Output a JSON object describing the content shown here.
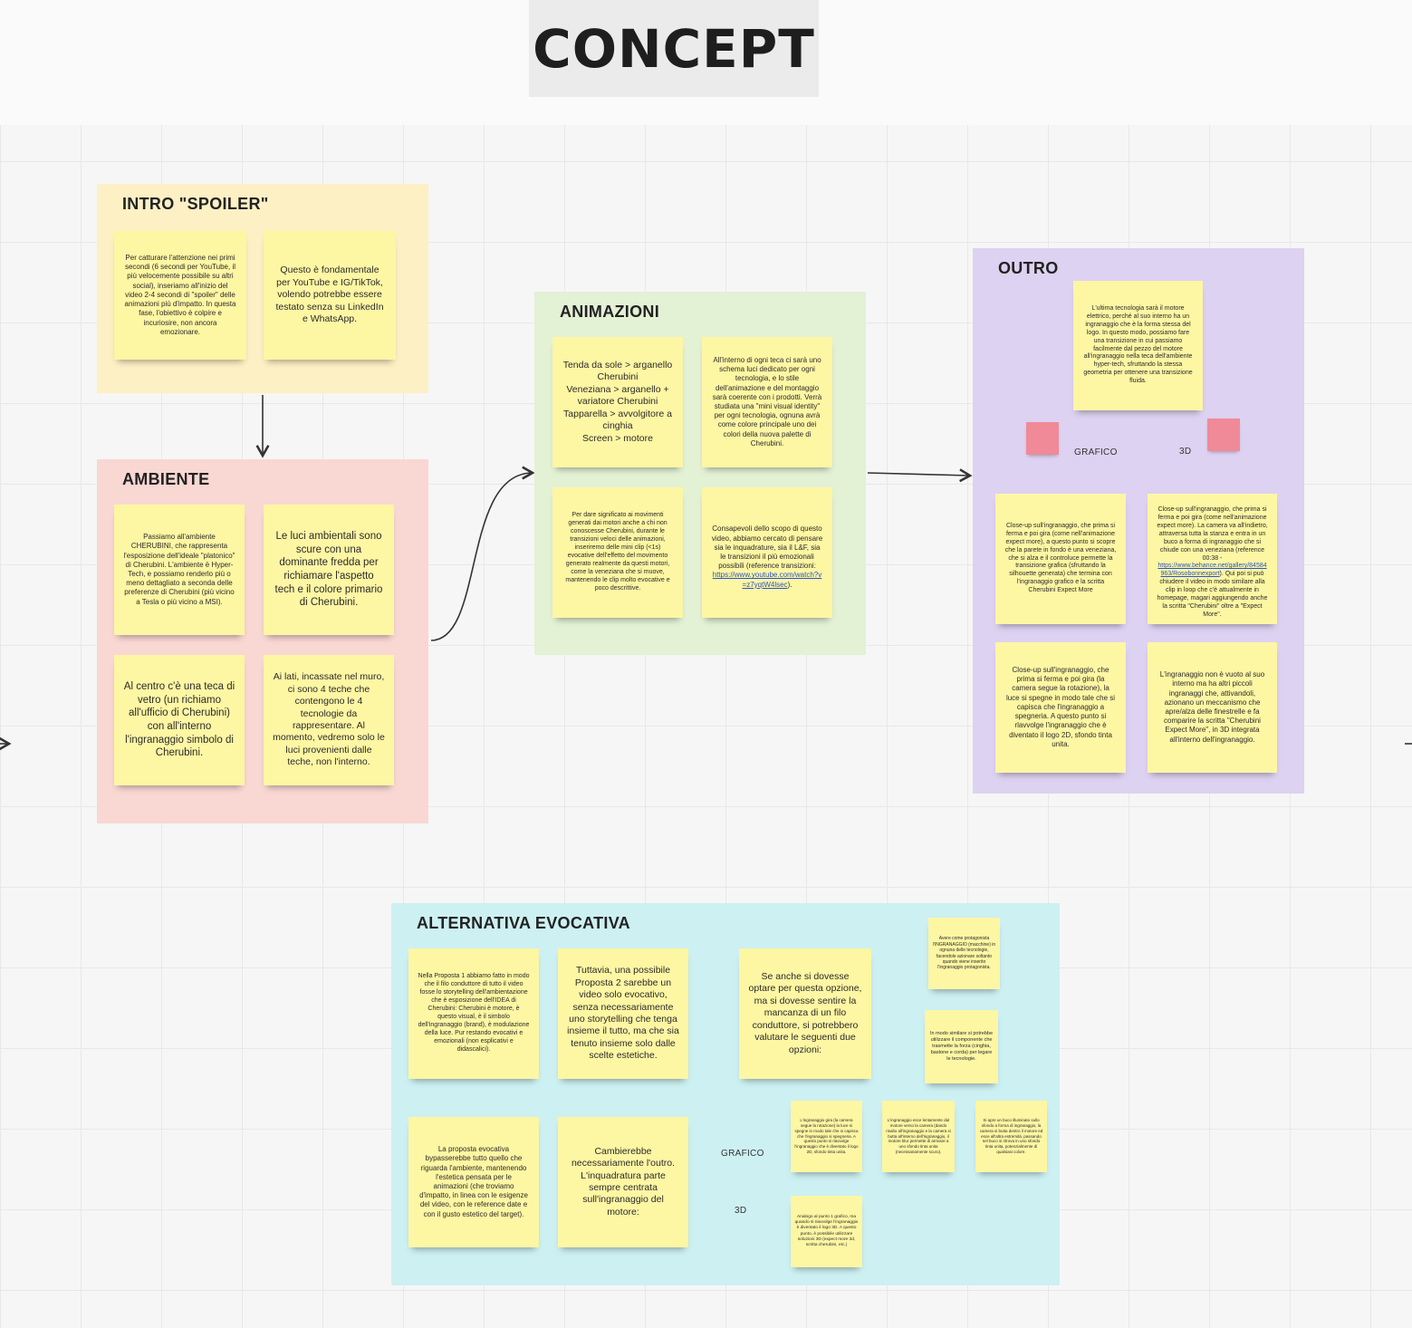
{
  "board": {
    "title": "CONCEPT"
  },
  "colors": {
    "intro_frame": "#fcf0c4",
    "ambiente_frame": "#f9d7d3",
    "animazioni_frame": "#e3f1d5",
    "outro_frame": "#ddd2f1",
    "alternativa_frame": "#cdf0f2",
    "sticky_yellow": "#fdf6a3",
    "sticky_pink": "#f08a98"
  },
  "intro": {
    "title": "INTRO \"SPOILER\"",
    "notes": [
      "Per catturare l'attenzione nei primi secondi (6 secondi per YouTube, il più velocemente possibile su altri social), inseriamo all'inizio del video 2-4 secondi di \"spoiler\" delle animazioni più d'impatto. In questa fase, l'obiettivo è colpire e incuriosire, non ancora emozionare.",
      "Questo è fondamentale per YouTube e IG/TikTok, volendo potrebbe essere testato senza su LinkedIn e WhatsApp."
    ]
  },
  "ambiente": {
    "title": "AMBIENTE",
    "notes": [
      "Passiamo all'ambiente CHERUBINI, che rappresenta l'esposizione dell'ideale \"platonico\" di Cherubini. L'ambiente è Hyper-Tech, e possiamo renderlo più o meno dettagliato a seconda delle preferenze di Cherubini (più vicino a Tesla o più vicino a MSI).",
      "Le luci ambientali sono scure con una dominante fredda per richiamare l'aspetto tech e il colore primario di Cherubini.",
      "Al centro c'è una teca di vetro (un richiamo all'ufficio di Cherubini) con all'interno l'ingranaggio simbolo di Cherubini.",
      "Ai lati, incassate nel muro, ci sono 4 teche che contengono le 4 tecnologie da rappresentare. Al momento, vedremo solo le luci provenienti dalle teche, non l'interno."
    ]
  },
  "animazioni": {
    "title": "ANIMAZIONI",
    "notes": [
      "Tenda da sole > arganello Cherubini\nVeneziana > arganello + variatore Cherubini\nTapparella > avvolgitore a cinghia\nScreen > motore",
      "All'interno di ogni teca ci sarà uno schema luci dedicato per ogni tecnologia, e lo stile dell'animazione e del montaggio sarà coerente con i prodotti. Verrà studiata una \"mini visual identity\" per ogni tecnologia, ognuna avrà come colore principale uno dei colori della nuova palette di Cherubini.",
      "Per dare significato ai movimenti generati dai motori anche a chi non conoscesse Cherubini, durante le transizioni veloci delle animazioni, inseriremo delle mini clip (<1s) evocative dell'effetto del movimento generato realmente da questi motori, come la veneziana che si muove, mantenendo le clip molto evocative e poco descrittive.",
      "Consapevoli dello scopo di questo video, abbiamo cercato di pensare sia le inquadrature, sia il L&F, sia le transizioni il più emozionali possibili (reference transizioni:"
    ],
    "link": "https://www.youtube.com/watch?v=z7yqtW4lsec",
    "link_tail": ")."
  },
  "outro": {
    "title": "OUTRO",
    "intro_note": "L'ultima tecnologia sarà il motore elettrico, perché al suo interno ha un ingranaggio che è la forma stessa del logo. In questo modo, possiamo fare una transizione in cui passiamo facilmente dal pezzo del motore all'ingranaggio nella teca dell'ambiente hyper-tech, sfruttando la stessa geometria per ottenere una transizione fluida.",
    "branch_left": "GRAFICO",
    "branch_right": "3D",
    "notes": [
      "Close-up sull'ingranaggio, che prima si ferma e poi gira (come nell'animazione expect more), a questo punto si scopre che la parete in fondo è una veneziana, che si alza e il controluce permette la transizione grafica (sfruttando la silhouette generata) che termina con l'ingranaggio grafico e la scritta Cherubini Expect More",
      "Close-up sull'ingranaggio, che prima si ferma e poi gira (come nell'animazione expect more). La camera va all'indietro, attraversa tutta la stanza e entra in un buco a forma di ingranaggio che si chiude con una veneziana (reference 00:38 -",
      "Close-up sull'ingranaggio, che prima si ferma e poi gira (la camera segue la rotazione), la luce si spegne in modo tale che si capisca che l'ingranaggio a spegneria. A questo punto si rlavvolge l'ingranaggio che è diventato il logo 2D, sfondo tinta unita.",
      "L'ingranaggio non è vuoto al suo interno ma ha altri piccoli ingranaggi che, attivandoli, azionano un meccanismo che apre/alza delle finestrelle e fa comparire la scritta \"Cherubini Expect More\", in 3D integrata all'interno dell'ingranaggio."
    ],
    "note2_link": "https://www.behance.net/gallery/84584963/Rosobonnexport",
    "note2_tail": "). Qui poi si può chiudere il video in modo similare alla clip in loop che c'è attualmente in homepage, magari aggiungendo anche la scritta \"Cherubini\" oltre a \"Expect More\"."
  },
  "alternativa": {
    "title": "ALTERNATIVA EVOCATIVA",
    "notes": [
      "Nella Proposta 1 abbiamo fatto in modo che il filo conduttore di tutto il video fosse lo storytelling dell'ambientazione che è esposizione dell'IDEA di Cherubini: Cherubini è motore, è questo visual, è il simbolo dell'ingranaggio (brand), è modulazione della luce. Pur restando evocativi e emozionali (non esplicativi e didascalici).",
      "Tuttavia, una possibile Proposta 2 sarebbe un video solo evocativo, senza necessariamente uno storytelling che tenga insieme il tutto, ma che sia tenuto insieme solo dalle scelte estetiche.",
      "Se anche si dovesse optare per questa opzione, ma si dovesse sentire la mancanza di un filo conduttore, si potrebbero valutare le seguenti due opzioni:",
      "Avere come protagonista l'INGRANAGGIO (macchine) in ognuna delle tecnologie, facendole azionare soltanto quando viene inserito l'ingranaggio protagonista.",
      "In modo similare si potrebbe utilizzare il componente che trasmette la forza (cinghia, bastone e corda) per legare le tecnologie.",
      "La proposta evocativa bypasserebbe tutto quello che riguarda l'ambiente, mantenendo l'estetica pensata per le animazioni (che troviamo d'impatto, in linea con le esigenze del video, con le reference date e con il gusto estetico del target).",
      "Cambierebbe necessariamente l'outro. L'inquadratura parte sempre centrata sull'ingranaggio del motore:",
      "L'ingranaggio gira (la camera segue la rotazione) la luce si spegne in modo tale che si capisca che l'ingranaggio si spegneria. A questo punto si riavvolge l'ingranaggio che è diventato il logo 2D, sfondo tinta unita.",
      "L'ingranaggio esce lentamente dal motore verso la camera (dando risalto all'ingranaggio e la camera si butta all'interno dell'ingranaggio, il motore blur permette di arrivare a uno sfondo tinta unita (necessariamente scuro).",
      "Si apre un buco illuminato sullo sfondo a forma di ingranaggio, la camera si butta dentro il motore ed esce all'altra estremità, passando nel buco si ritrova in uno sfondo tinta unita, potenzialmente di qualsiasi colore.",
      "Analogo al punto 1 grafico, ma quando si riavvolge l'ingranaggio è diventato il logo 3D. A questo punto, è possibile utilizzare soluzioni 3D (expect more 3d, scritta cherubini, etc.)"
    ],
    "branch_top": "GRAFICO",
    "branch_bottom": "3D"
  }
}
